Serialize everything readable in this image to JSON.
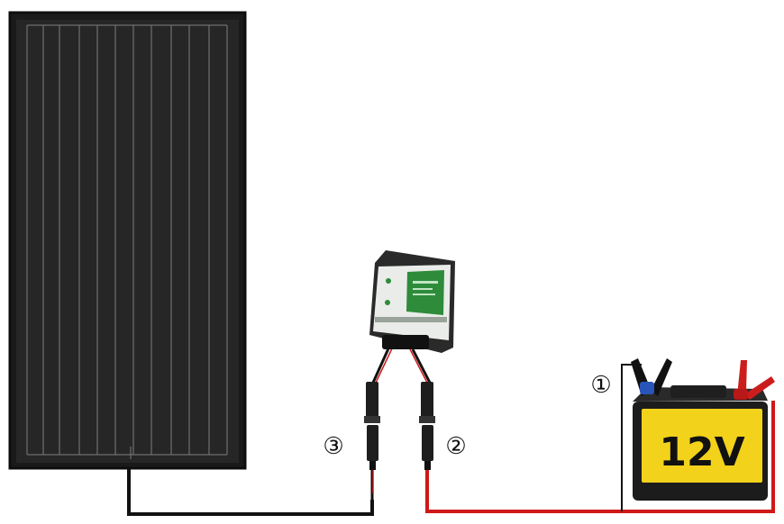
{
  "steps": [
    {
      "number": "1",
      "glyph": "①"
    },
    {
      "number": "2",
      "glyph": "②"
    },
    {
      "number": "3",
      "glyph": "③"
    }
  ],
  "battery": {
    "label": "12V",
    "body_color": "#f2d21b",
    "case_color": "#1c1c1c"
  },
  "controller": {
    "logo": "",
    "panel_color": "#2e8b3a"
  },
  "panel": {
    "frame_color": "#1a1a1a",
    "cell_color": "#262626",
    "grid_line_color": "#8a8a8a"
  },
  "wires": {
    "negative_color": "#111111",
    "positive_color": "#d01818"
  }
}
